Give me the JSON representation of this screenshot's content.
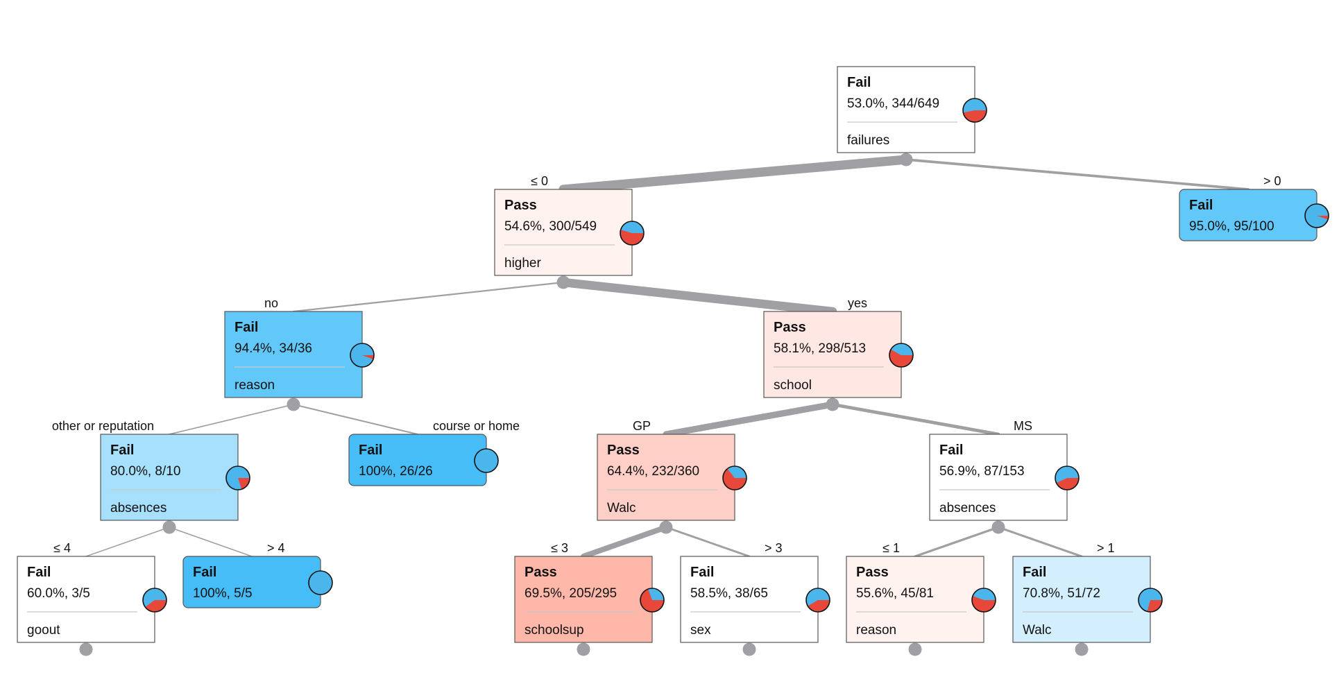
{
  "colors": {
    "fail": "#4ab6ec",
    "pass": "#e8483a",
    "edge": "#a0a0a4",
    "node_border": "#555555",
    "separator": "#c8c8c8",
    "fail_strong": "#47bdf8",
    "fail_medium": "#62c8fa",
    "fail_light": "#a6e0fc",
    "fail_pale": "#d3effd",
    "pass_strong": "#feb7a9",
    "pass_medium": "#fecfc7",
    "pass_light": "#ffe7e3",
    "pass_pale": "#fff2ef",
    "neutral": "#ffffff"
  },
  "tree": {
    "nodes": [
      {
        "id": "root",
        "title": "Fail",
        "stats": "53.0%, 344/649",
        "split": "failures",
        "fail_share": 0.53,
        "fill": "neutral",
        "leaf": false
      },
      {
        "id": "failures-le-0",
        "title": "Pass",
        "stats": "54.6%, 300/549",
        "split": "higher",
        "fail_share": 0.454,
        "fill": "pass_pale",
        "leaf": false
      },
      {
        "id": "failures-gt-0",
        "title": "Fail",
        "stats": "95.0%, 95/100",
        "split": "",
        "fail_share": 0.95,
        "fill": "fail_medium",
        "leaf": true
      },
      {
        "id": "higher-no",
        "title": "Fail",
        "stats": "94.4%, 34/36",
        "split": "reason",
        "fail_share": 0.944,
        "fill": "fail_medium",
        "leaf": false
      },
      {
        "id": "higher-yes",
        "title": "Pass",
        "stats": "58.1%, 298/513",
        "split": "school",
        "fail_share": 0.419,
        "fill": "pass_light",
        "leaf": false
      },
      {
        "id": "reason-other",
        "title": "Fail",
        "stats": "80.0%, 8/10",
        "split": "absences",
        "fail_share": 0.8,
        "fill": "fail_light",
        "leaf": false
      },
      {
        "id": "reason-course",
        "title": "Fail",
        "stats": "100%, 26/26",
        "split": "",
        "fail_share": 1.0,
        "fill": "fail_strong",
        "leaf": true
      },
      {
        "id": "school-gp",
        "title": "Pass",
        "stats": "64.4%, 232/360",
        "split": "Walc",
        "fail_share": 0.356,
        "fill": "pass_medium",
        "leaf": false
      },
      {
        "id": "school-ms",
        "title": "Fail",
        "stats": "56.9%, 87/153",
        "split": "absences",
        "fail_share": 0.569,
        "fill": "neutral",
        "leaf": false
      },
      {
        "id": "absences-le-4",
        "title": "Fail",
        "stats": "60.0%, 3/5",
        "split": "goout",
        "fail_share": 0.6,
        "fill": "neutral",
        "leaf": false
      },
      {
        "id": "absences-gt-4",
        "title": "Fail",
        "stats": "100%, 5/5",
        "split": "",
        "fail_share": 1.0,
        "fill": "fail_strong",
        "leaf": true
      },
      {
        "id": "walc-le-3",
        "title": "Pass",
        "stats": "69.5%, 205/295",
        "split": "schoolsup",
        "fail_share": 0.305,
        "fill": "pass_strong",
        "leaf": false
      },
      {
        "id": "walc-gt-3",
        "title": "Fail",
        "stats": "58.5%, 38/65",
        "split": "sex",
        "fail_share": 0.585,
        "fill": "neutral",
        "leaf": false
      },
      {
        "id": "ms-absences-le-1",
        "title": "Pass",
        "stats": "55.6%, 45/81",
        "split": "reason",
        "fail_share": 0.444,
        "fill": "pass_pale",
        "leaf": false
      },
      {
        "id": "ms-absences-gt-1",
        "title": "Fail",
        "stats": "70.8%, 51/72",
        "split": "Walc",
        "fail_share": 0.708,
        "fill": "fail_pale",
        "leaf": false
      }
    ],
    "edges": [
      {
        "from": "root",
        "to": "failures-le-0",
        "label": "≤ 0",
        "count": 549
      },
      {
        "from": "root",
        "to": "failures-gt-0",
        "label": "> 0",
        "count": 100
      },
      {
        "from": "failures-le-0",
        "to": "higher-no",
        "label": "no",
        "count": 36
      },
      {
        "from": "failures-le-0",
        "to": "higher-yes",
        "label": "yes",
        "count": 513
      },
      {
        "from": "higher-no",
        "to": "reason-other",
        "label": "other or reputation",
        "count": 10
      },
      {
        "from": "higher-no",
        "to": "reason-course",
        "label": "course or home",
        "count": 26
      },
      {
        "from": "higher-yes",
        "to": "school-gp",
        "label": "GP",
        "count": 360
      },
      {
        "from": "higher-yes",
        "to": "school-ms",
        "label": "MS",
        "count": 153
      },
      {
        "from": "reason-other",
        "to": "absences-le-4",
        "label": "≤ 4",
        "count": 5
      },
      {
        "from": "reason-other",
        "to": "absences-gt-4",
        "label": "> 4",
        "count": 5
      },
      {
        "from": "school-gp",
        "to": "walc-le-3",
        "label": "≤ 3",
        "count": 295
      },
      {
        "from": "school-gp",
        "to": "walc-gt-3",
        "label": "> 3",
        "count": 65
      },
      {
        "from": "school-ms",
        "to": "ms-absences-le-1",
        "label": "≤ 1",
        "count": 81
      },
      {
        "from": "school-ms",
        "to": "ms-absences-gt-1",
        "label": "> 1",
        "count": 72
      }
    ]
  }
}
